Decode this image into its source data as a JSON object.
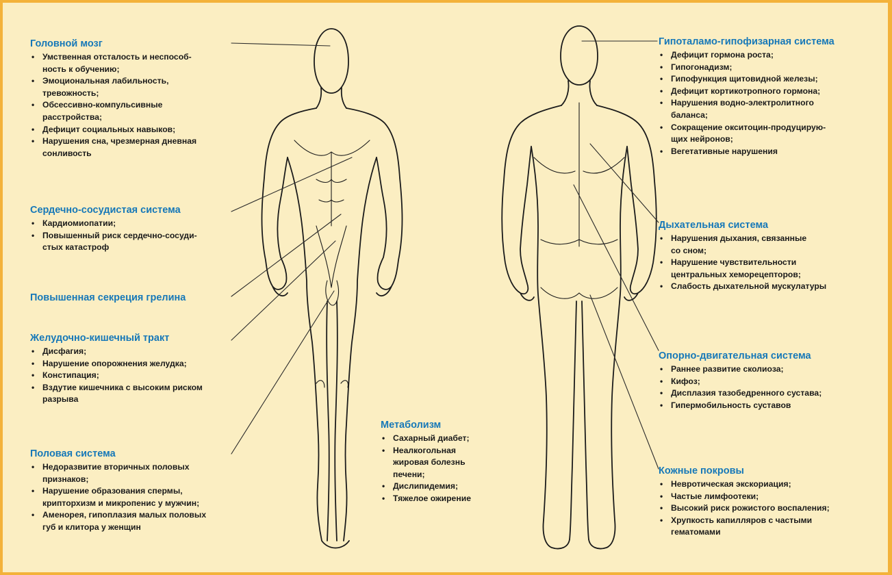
{
  "colors": {
    "background": "#fbeec2",
    "border": "#f3b23a",
    "heading": "#1678b8",
    "text": "#1a1a1a"
  },
  "brain": {
    "title": "Головной мозг",
    "items": [
      "Умственная отсталость и неспособ-\nность к обучению;",
      "Эмоциональная лабильность,\nтревожность;",
      "Обсессивно-компульсивные\nрасстройства;",
      "Дефицит социальных навыков;",
      "Нарушения сна, чрезмерная дневная\nсонливость"
    ]
  },
  "cardio": {
    "title": "Сердечно-сосудистая система",
    "items": [
      "Кардиомиопатии;",
      "Повышенный риск сердечно-сосуди-\nстых катастроф"
    ]
  },
  "ghrelin": {
    "title": "Повышенная секреция грелина"
  },
  "gi": {
    "title": "Желудочно-кишечный тракт",
    "items": [
      "Дисфагия;",
      "Нарушение опорожнения желудка;",
      "Констипация;",
      "Вздутие кишечника с высоким риском\nразрыва"
    ]
  },
  "reproductive": {
    "title": "Половая система",
    "items": [
      "Недоразвитие вторичных половых\nпризнаков;",
      "Нарушение образования спермы,\nкрипторхизм и микропенис у мужчин;",
      "Аменорея, гипоплазия малых половых\nгуб и клитора у женщин"
    ]
  },
  "metabolism": {
    "title": "Метаболизм",
    "items": [
      "Сахарный диабет;",
      "Неалкогольная\nжировая болезнь\nпечени;",
      "Дислипидемия;",
      "Тяжелое ожирение"
    ]
  },
  "hypothalamic": {
    "title": "Гипоталамо-гипофизарная система",
    "items": [
      "Дефицит гормона роста;",
      "Гипогонадизм;",
      "Гипофункция щитовидной железы;",
      "Дефицит кортикотропного гормона;",
      "Нарушения водно-электролитного\nбаланса;",
      "Сокращение окситоцин-продуцирую-\nщих нейронов;",
      "Вегетативные нарушения"
    ]
  },
  "respiratory": {
    "title": "Дыхательная система",
    "items": [
      "Нарушения дыхания, связанные\nсо сном;",
      "Нарушение чувствительности\nцентральных хеморецепторов;",
      "Слабость дыхательной мускулатуры"
    ]
  },
  "musculoskeletal": {
    "title": "Опорно-двигательная система",
    "items": [
      "Раннее развитие сколиоза;",
      "Кифоз;",
      "Дисплазия тазобедренного сустава;",
      "Гипермобильность суставов"
    ]
  },
  "skin": {
    "title": "Кожные покровы",
    "items": [
      "Невротическая экскориация;",
      "Частые лимфоотеки;",
      "Высокий риск рожистого воспаления;",
      "Хрупкость капилляров с частыми\nгематомами"
    ]
  }
}
